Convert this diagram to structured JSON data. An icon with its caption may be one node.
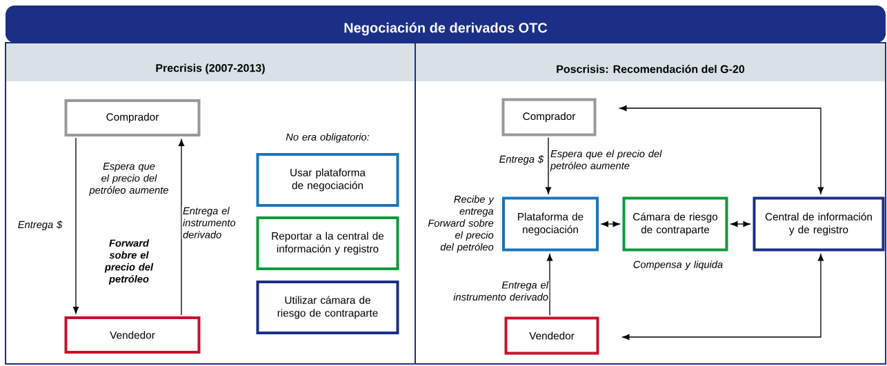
{
  "diagram": {
    "title": "Negociación de derivados OTC",
    "nodes": [
      {
        "text": [
          "Precrisis (2007-2013)"
        ]
      },
      {
        "text": [
          "Poscrisis: Recomendación del G-20"
        ]
      },
      {
        "text": [
          "Comprador"
        ],
        "in": 0
      },
      {
        "text": [
          "Vendedor"
        ],
        "in": 0
      },
      {
        "text": [
          "Usar plataforma de negociación"
        ],
        "in": 0
      },
      {
        "text": [
          "Reportar a la central de información y registro"
        ],
        "in": 0
      },
      {
        "text": [
          "Utilizar cámara de riesgo de contraparte"
        ],
        "in": 0
      },
      {
        "text": [
          "Comprador"
        ],
        "in": 1
      },
      {
        "text": [
          "Plataforma de negociación"
        ],
        "in": 1,
        "beside": [
          "Recibe y entrega Forward sobre el precio del petróleo"
        ]
      },
      {
        "text": [
          "Cámara de riesgo de contraparte"
        ],
        "in": 1
      },
      {
        "text": [
          "Central de información y de registro"
        ],
        "in": 1
      },
      {
        "text": [
          "Vendedor"
        ],
        "in": 1
      }
    ],
    "edges": [
      {
        "from": 2,
        "to": 3,
        "arrow": "to",
        "label": "Entrega $"
      },
      {
        "from": 3,
        "to": 2,
        "arrow": "to",
        "label": "Entrega el instrumento derivado"
      },
      {
        "from": 7,
        "to": 8,
        "arrow": "to",
        "label": "Entrega $"
      },
      {
        "from": 11,
        "to": 8,
        "arrow": "to",
        "label": "Entrega el instrumento derivado"
      },
      {
        "from": 8,
        "to": 9,
        "arrow": "both"
      },
      {
        "from": 9,
        "to": 10,
        "arrow": "both"
      },
      {
        "from": 10,
        "to": 7,
        "arrow": "both"
      },
      {
        "from": 10,
        "to": 11,
        "arrow": "both"
      }
    ],
    "labels": [
      "Espera que el precio del petróleo aumente",
      "Forward sobre el precio del petróleo",
      "No era obligatorio:",
      "Espera que el precio del petróleo aumente",
      "Compensa y liquida"
    ]
  }
}
